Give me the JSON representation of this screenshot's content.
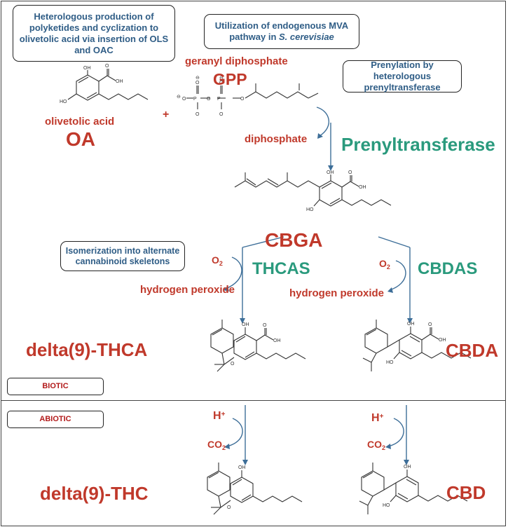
{
  "notes": {
    "heterologous": "Heterologous production of polyketides and cyclization to olivetolic acid via insertion of OLS and OAC",
    "mva_line1": "Utilization of endogenous MVA",
    "mva_line2_prefix": "pathway in ",
    "mva_line2_species": "S. cerevisiae",
    "prenylation": "Prenylation by heterologous prenyltransferase",
    "isomerization": "Isomerization into alternate cannabinoid skeletons"
  },
  "compounds": {
    "gpp_full": "geranyl diphosphate",
    "gpp_abbrev": "GPP",
    "oa_full": "olivetolic acid",
    "oa_abbrev": "OA",
    "plus": "+",
    "cbga": "CBGA",
    "thca": "delta(9)-THCA",
    "cbda": "CBDA",
    "thc": "delta(9)-THC",
    "cbd": "CBD"
  },
  "byproducts": {
    "diphosphate": "diphosphate",
    "o2_left": "O",
    "o2_right": "O",
    "two": "2",
    "h2o2_left": "hydrogen peroxide",
    "h2o2_right": "hydrogen peroxide",
    "h_left": "H",
    "h_right": "H",
    "plus_sign": "+",
    "co2_left": "CO",
    "co2_right": "CO"
  },
  "enzymes": {
    "prenyltransferase": "Prenyltransferase",
    "thcas": "THCAS",
    "cbdas": "CBDAS"
  },
  "sections": {
    "biotic": "BIOTIC",
    "abiotic": "ABIOTIC"
  },
  "atom_labels": {
    "oh": "OH",
    "o": "O",
    "ho": "HO",
    "p": "P",
    "minus": "⊖"
  }
}
